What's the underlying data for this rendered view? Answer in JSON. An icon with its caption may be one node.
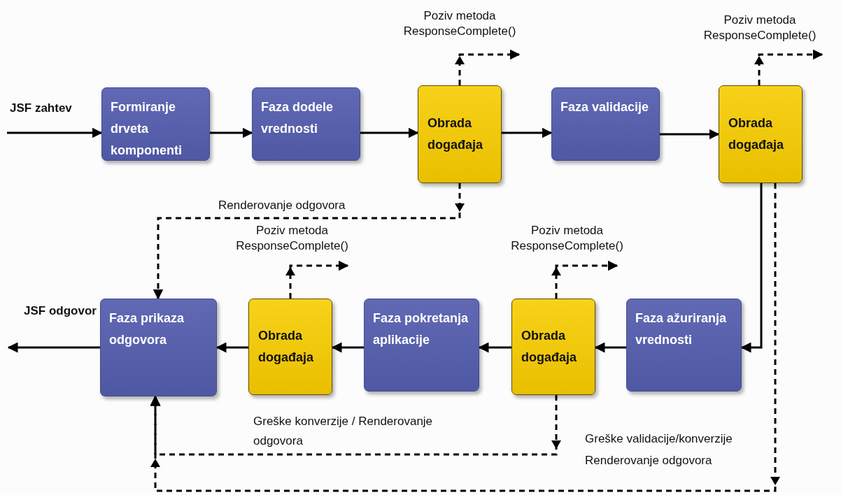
{
  "diagram": {
    "nodes": [
      {
        "text": [
          "Formiranje drveta komponenti"
        ]
      },
      {
        "text": [
          "Faza dodele vrednosti"
        ]
      },
      {
        "text": [
          "Obrada događaja"
        ]
      },
      {
        "text": [
          "Faza validacije"
        ]
      },
      {
        "text": [
          "Obrada događaja"
        ]
      },
      {
        "text": [
          "Faza ažuriranja vrednosti"
        ]
      },
      {
        "text": [
          "Obrada događaja"
        ]
      },
      {
        "text": [
          "Faza pokretanja aplikacije"
        ]
      },
      {
        "text": [
          "Obrada događaja"
        ]
      },
      {
        "text": [
          "Faza prikaza odgovora"
        ]
      }
    ],
    "edges": [
      {
        "from": null,
        "to": 0,
        "arrow": "to",
        "label": "JSF zahtev"
      },
      {
        "from": 0,
        "to": 1,
        "arrow": "to"
      },
      {
        "from": 1,
        "to": 2,
        "arrow": "to"
      },
      {
        "from": 2,
        "to": 3,
        "arrow": "to"
      },
      {
        "from": 3,
        "to": 4,
        "arrow": "to"
      },
      {
        "from": 4,
        "to": 5,
        "arrow": "to"
      },
      {
        "from": 5,
        "to": 6,
        "arrow": "to"
      },
      {
        "from": 6,
        "to": 7,
        "arrow": "to"
      },
      {
        "from": 7,
        "to": 8,
        "arrow": "to"
      },
      {
        "from": 8,
        "to": 9,
        "arrow": "to"
      },
      {
        "from": 9,
        "to": null,
        "arrow": "to",
        "label": "JSF odgovor"
      },
      {
        "from": 2,
        "to": null,
        "arrow": "to",
        "style": "dashed",
        "label": "Poziv metoda ResponseComplete()"
      },
      {
        "from": 4,
        "to": null,
        "arrow": "to",
        "style": "dashed",
        "label": "Poziv metoda ResponseComplete()"
      },
      {
        "from": 2,
        "to": 9,
        "arrow": "to",
        "style": "dashed",
        "label": "Renderovanje odgovora"
      },
      {
        "from": 8,
        "to": null,
        "arrow": "to",
        "style": "dashed",
        "label": "Poziv metoda ResponseComplete()"
      },
      {
        "from": 6,
        "to": null,
        "arrow": "to",
        "style": "dashed",
        "label": "Poziv metoda ResponseComplete()"
      },
      {
        "from": 6,
        "to": 9,
        "arrow": "to",
        "style": "dashed",
        "label": "Greške konverzije / Renderovanje odgovora"
      },
      {
        "from": 4,
        "to": 9,
        "arrow": "to",
        "style": "dashed",
        "label": "Greške validacije/konverzije Renderovanje odgovora"
      }
    ]
  }
}
